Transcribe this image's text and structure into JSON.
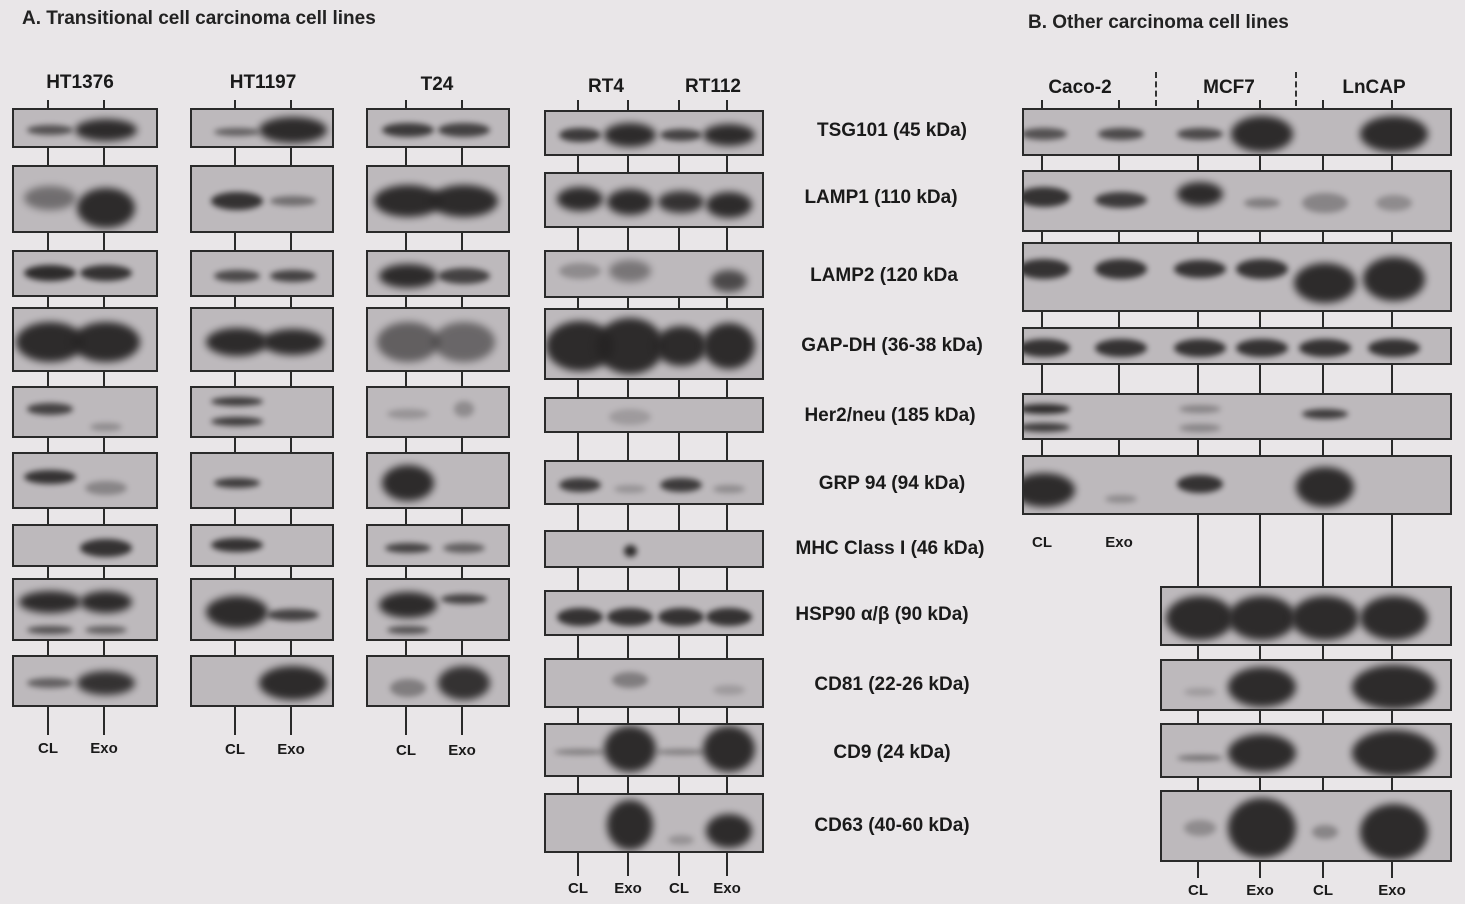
{
  "panel_a": {
    "title": "A. Transitional cell carcinoma cell lines",
    "cell_lines": [
      "HT1376",
      "HT1197",
      "T24",
      "RT4",
      "RT112"
    ],
    "lane_labels": {
      "cl": "CL",
      "exo": "Exo"
    }
  },
  "panel_b": {
    "title": "B. Other carcinoma cell lines",
    "cell_lines": [
      "Caco-2",
      "MCF7",
      "LnCAP"
    ],
    "lane_labels": {
      "cl": "CL",
      "exo": "Exo"
    }
  },
  "proteins": [
    "TSG101 (45 kDa)",
    "LAMP1 (110 kDa)",
    "LAMP2 (120 kDa",
    "GAP-DH (36-38 kDa)",
    "Her2/neu (185 kDa)",
    "GRP 94 (94 kDa)",
    "MHC Class I (46 kDa)",
    "HSP90 α/β (90 kDa)",
    "CD81 (22-26 kDa)",
    "CD9 (24 kDa)",
    "CD63 (40-60 kDa)"
  ]
}
